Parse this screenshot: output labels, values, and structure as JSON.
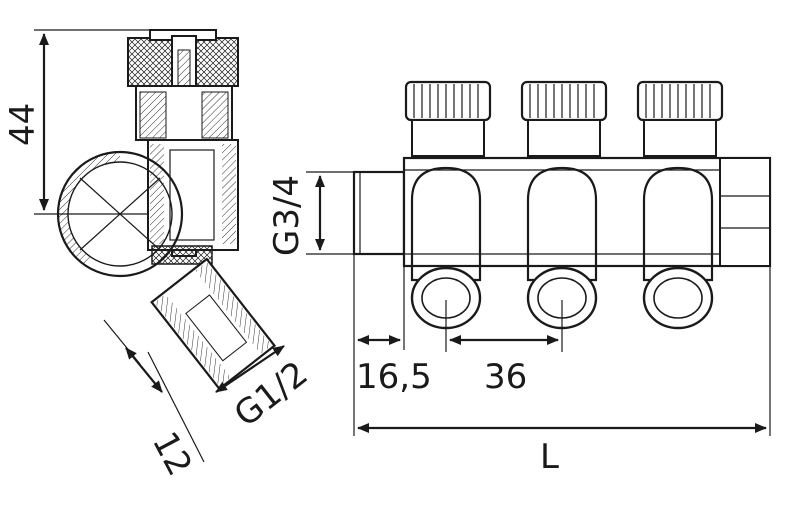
{
  "dimensions": {
    "height_44": "44",
    "thread_g34": "G3/4",
    "offset_16_5": "16,5",
    "spacing_36": "36",
    "length_l": "L",
    "thread_g12": "G1/2",
    "depth_12": "12"
  },
  "colors": {
    "line": "#1a1a1a",
    "background": "#ffffff"
  }
}
